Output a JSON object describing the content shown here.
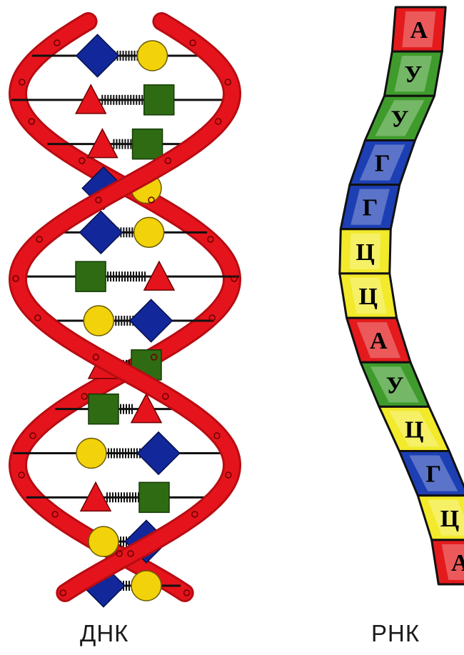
{
  "captions": {
    "dna": "ДНК",
    "rna": "РНК"
  },
  "colors": {
    "backbone": "#e5141c",
    "backbone_dark": "#b80c12",
    "base_circle": "#f2d20a",
    "base_diamond": "#12289a",
    "base_square": "#2f6b12",
    "base_triangle": "#e5141c",
    "rna_A": "#e41a1c",
    "rna_U": "#3f9c2c",
    "rna_G": "#1d3fb4",
    "rna_C": "#f2ea2a"
  },
  "dna": {
    "base_pairs": [
      [
        "diamond",
        "circle"
      ],
      [
        "triangle",
        "square"
      ],
      [
        "triangle",
        "square"
      ],
      [
        "diamond",
        "circle"
      ],
      [
        "diamond",
        "circle"
      ],
      [
        "square",
        "triangle"
      ],
      [
        "circle",
        "diamond"
      ],
      [
        "triangle",
        "square"
      ],
      [
        "square",
        "triangle"
      ],
      [
        "circle",
        "diamond"
      ],
      [
        "triangle",
        "square"
      ],
      [
        "circle",
        "diamond"
      ],
      [
        "diamond",
        "circle"
      ]
    ]
  },
  "rna": {
    "sequence": [
      "А",
      "У",
      "У",
      "Г",
      "Г",
      "Ц",
      "Ц",
      "А",
      "У",
      "Ц",
      "Г",
      "Ц",
      "А"
    ],
    "nucleotide_colors": [
      "rna_A",
      "rna_U",
      "rna_U",
      "rna_G",
      "rna_G",
      "rna_C",
      "rna_C",
      "rna_A",
      "rna_U",
      "rna_C",
      "rna_G",
      "rna_C",
      "rna_A"
    ]
  }
}
